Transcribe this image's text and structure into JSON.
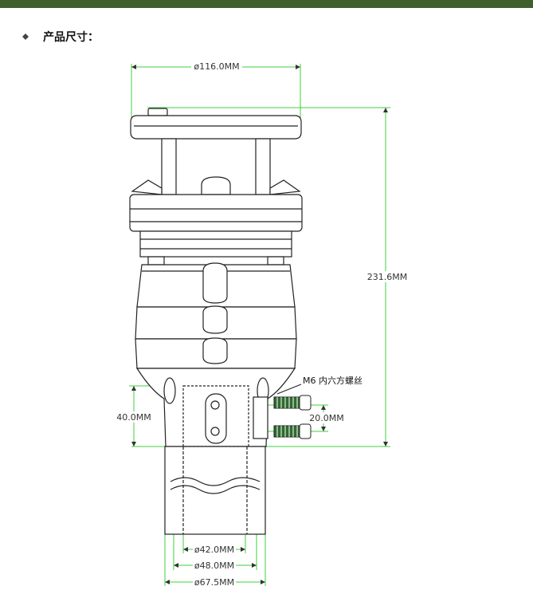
{
  "header": {
    "title": "产品尺寸："
  },
  "diagram": {
    "dimensions": {
      "top_diameter": "ø116.0MM",
      "height": "231.6MM",
      "mount_height": "40.0MM",
      "hole_spacing": "20.0MM",
      "pipe_inner": "ø42.0MM",
      "pipe_outer": "ø48.0MM",
      "base_diameter": "ø67.5MM"
    },
    "screw_label": "M6 内六方螺丝"
  },
  "colors": {
    "top_bar": "#3f5f2b",
    "dimension_line": "#3cd23c",
    "outline": "#222222"
  }
}
